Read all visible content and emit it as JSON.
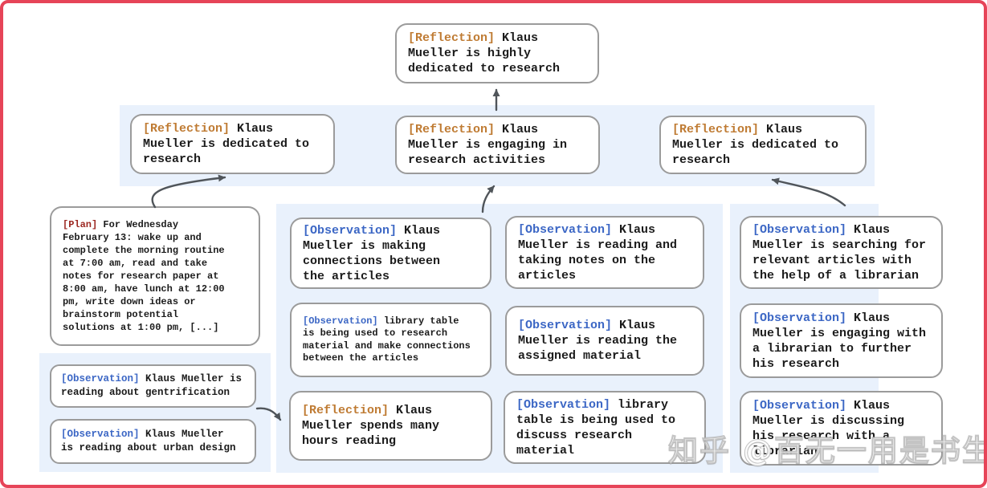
{
  "colors": {
    "frame_border": "#e64458",
    "band_bg": "#e9f1fc",
    "box_border": "#9b9b9b",
    "box_bg": "#ffffff",
    "text": "#1b1b1b",
    "reflection_tag": "#bf7b33",
    "observation_tag": "#3c67c5",
    "plan_tag": "#9c2721",
    "arrow": "#50555a"
  },
  "nodes": {
    "top_reflection": {
      "tag": "[Reflection]",
      "text": " Klaus\nMueller is highly\ndedicated to research"
    },
    "l2_reflection_left": {
      "tag": "[Reflection]",
      "text": " Klaus\nMueller is dedicated to\nresearch"
    },
    "l2_reflection_mid": {
      "tag": "[Reflection]",
      "text": " Klaus\nMueller is engaging in\nresearch activities"
    },
    "l2_reflection_right": {
      "tag": "[Reflection]",
      "text": " Klaus\nMueller is dedicated to\nresearch"
    },
    "plan": {
      "tag": "[Plan]",
      "text": " For Wednesday\nFebruary 13: wake up and\ncomplete the morning routine\nat 7:00 am, read and take\nnotes for research paper at\n8:00 am, have lunch at 12:00\npm, write down ideas or\nbrainstorm potential\nsolutions at 1:00 pm, [...]"
    },
    "obs_gentrification": {
      "tag": "[Observation]",
      "text": " Klaus Mueller is\nreading about gentrification"
    },
    "obs_urban_design": {
      "tag": "[Observation]",
      "text": " Klaus Mueller\nis reading about urban design"
    },
    "obs_connections": {
      "tag": "[Observation]",
      "text": " Klaus\nMueller is making\nconnections between\nthe articles"
    },
    "obs_library_research": {
      "tag": "[Observation]",
      "text": " library table\nis being used to research\nmaterial and make connections\nbetween the articles"
    },
    "refl_hours_reading": {
      "tag": "[Reflection]",
      "text": " Klaus\nMueller spends many\nhours reading"
    },
    "obs_taking_notes": {
      "tag": "[Observation]",
      "text": " Klaus\nMueller is reading and\ntaking notes on the\narticles"
    },
    "obs_assigned_material": {
      "tag": "[Observation]",
      "text": " Klaus\nMueller is reading the\nassigned material"
    },
    "obs_library_discuss": {
      "tag": "[Observation]",
      "text": " library\ntable is being used to\ndiscuss research material"
    },
    "obs_searching_articles": {
      "tag": "[Observation]",
      "text": " Klaus\nMueller is searching for\nrelevant articles with\nthe help of a librarian"
    },
    "obs_engaging_librarian": {
      "tag": "[Observation]",
      "text": " Klaus\nMueller is engaging with\na librarian to further\nhis research"
    },
    "obs_discussing_librarian": {
      "tag": "[Observation]",
      "text": " Klaus\nMueller is discussing\nhis research with a\nlibrarian"
    }
  },
  "watermark": {
    "text": "知乎 @百无一用是书生"
  }
}
